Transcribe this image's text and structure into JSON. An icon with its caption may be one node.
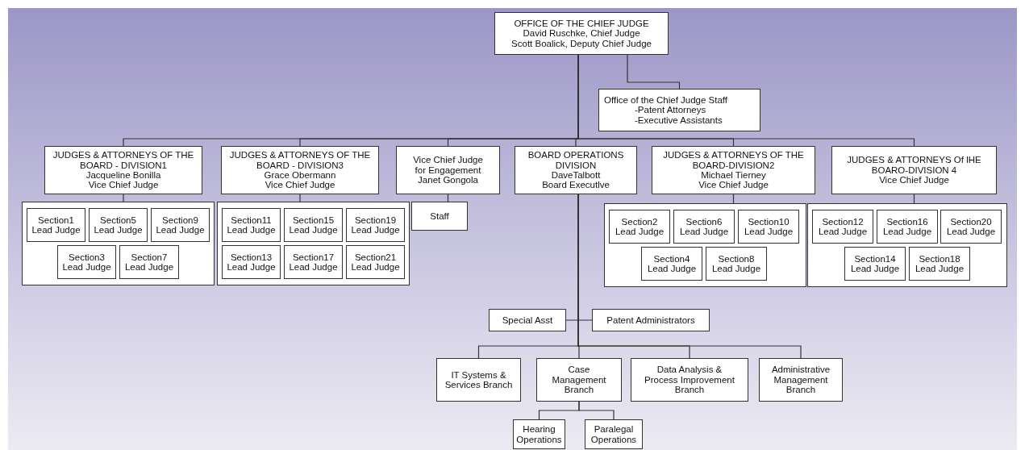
{
  "diagram": {
    "nodes": [
      {
        "text": [
          "OFFICE OF THE CHIEF JUDGE",
          "David Ruschke, Chief Judge",
          "Scott Boalick, Deputy Chief Judge"
        ]
      },
      {
        "text": [
          "Office of the Chief Judge Staff",
          "-Patent Attorneys",
          "-Executive Assistants"
        ]
      },
      {
        "text": [
          "JUDGES & ATTORNEYS OF THE BOARD - DIVISION1",
          "Jacqueline Bonilla",
          "Vice Chief Judge"
        ]
      },
      {
        "text": [
          "JUDGES & ATTORNEYS OF THE BOARD - DIVISION3",
          "Grace Obermann",
          "Vice Chief Judge"
        ]
      },
      {
        "text": [
          "Vice Chief Judge for Engagement",
          "Janet Gongola"
        ]
      },
      {
        "text": [
          "BOARD OPERATIONS DIVISION",
          "DaveTalbott",
          "Board Executlve"
        ]
      },
      {
        "text": [
          "JUDGES & ATTORNEYS OF THE BOARD-DIVISION2",
          "Michael Tierney",
          "Vice Chief Judge"
        ]
      },
      {
        "text": [
          "JUDGES & ATTORNEYS Of lHE BOARO-DIVISION 4",
          "Vice Chief Judge"
        ]
      },
      {
        "text": [],
        "shape": "box"
      },
      {
        "text": [
          "Section1",
          "Lead Judge"
        ],
        "in": 8
      },
      {
        "text": [
          "Section5",
          "Lead Judge"
        ],
        "in": 8
      },
      {
        "text": [
          "Section9",
          "Lead Judge"
        ],
        "in": 8
      },
      {
        "text": [
          "Section3",
          "Lead Judge"
        ],
        "in": 8
      },
      {
        "text": [
          "Section7",
          "Lead Judge"
        ],
        "in": 8
      },
      {
        "text": [],
        "shape": "box"
      },
      {
        "text": [
          "Section11",
          "Lead Judge"
        ],
        "in": 14
      },
      {
        "text": [
          "Section15",
          "Lead Judge"
        ],
        "in": 14
      },
      {
        "text": [
          "Section19",
          "Lead Judge"
        ],
        "in": 14
      },
      {
        "text": [
          "Section13",
          "Lead Judge"
        ],
        "in": 14
      },
      {
        "text": [
          "Section17",
          "Lead Judge"
        ],
        "in": 14
      },
      {
        "text": [
          "Section21",
          "Lead Judge"
        ],
        "in": 14
      },
      {
        "text": [
          "Staff"
        ]
      },
      {
        "text": [],
        "shape": "box"
      },
      {
        "text": [
          "Section2",
          "Lead Judge"
        ],
        "in": 22
      },
      {
        "text": [
          "Section6",
          "Lead Judge"
        ],
        "in": 22
      },
      {
        "text": [
          "Section10",
          "Lead Judge"
        ],
        "in": 22
      },
      {
        "text": [
          "Section4",
          "Lead Judge"
        ],
        "in": 22
      },
      {
        "text": [
          "Section8",
          "Lead Judge"
        ],
        "in": 22
      },
      {
        "text": [],
        "shape": "box"
      },
      {
        "text": [
          "Section12",
          "Lead Judge"
        ],
        "in": 28
      },
      {
        "text": [
          "Section16",
          "Lead Judge"
        ],
        "in": 28
      },
      {
        "text": [
          "Section20",
          "Lead Judge"
        ],
        "in": 28
      },
      {
        "text": [
          "Section14",
          "Lead Judge"
        ],
        "in": 28
      },
      {
        "text": [
          "Section18",
          "Lead Judge"
        ],
        "in": 28
      },
      {
        "text": [
          "Special Asst"
        ]
      },
      {
        "text": [
          "Patent Administrators"
        ]
      },
      {
        "text": [
          "IT Systems & Services Branch"
        ]
      },
      {
        "text": [
          "Case Management Branch"
        ]
      },
      {
        "text": [
          "Data Analysis & Process Improvement Branch"
        ]
      },
      {
        "text": [
          "Administrative Management Branch"
        ]
      },
      {
        "text": [
          "Hearing Operations"
        ]
      },
      {
        "text": [
          "Paralegal Operations"
        ]
      }
    ],
    "edges": [
      {
        "from": 0,
        "to": 1,
        "arrow": "none"
      },
      {
        "from": 0,
        "to": 2,
        "arrow": "none"
      },
      {
        "from": 0,
        "to": 3,
        "arrow": "none"
      },
      {
        "from": 0,
        "to": 4,
        "arrow": "none"
      },
      {
        "from": 0,
        "to": 5,
        "arrow": "none"
      },
      {
        "from": 0,
        "to": 6,
        "arrow": "none"
      },
      {
        "from": 0,
        "to": 7,
        "arrow": "none"
      },
      {
        "from": 2,
        "to": 8,
        "arrow": "none"
      },
      {
        "from": 3,
        "to": 14,
        "arrow": "none"
      },
      {
        "from": 4,
        "to": 21,
        "arrow": "none"
      },
      {
        "from": 6,
        "to": 22,
        "arrow": "none"
      },
      {
        "from": 7,
        "to": 28,
        "arrow": "none"
      },
      {
        "from": 5,
        "to": 34,
        "arrow": "none"
      },
      {
        "from": 5,
        "to": 35,
        "arrow": "none"
      },
      {
        "from": 5,
        "to": 36,
        "arrow": "none"
      },
      {
        "from": 5,
        "to": 37,
        "arrow": "none"
      },
      {
        "from": 5,
        "to": 38,
        "arrow": "none"
      },
      {
        "from": 5,
        "to": 39,
        "arrow": "none"
      },
      {
        "from": 37,
        "to": 40,
        "arrow": "none"
      },
      {
        "from": 37,
        "to": 41,
        "arrow": "none"
      }
    ]
  }
}
